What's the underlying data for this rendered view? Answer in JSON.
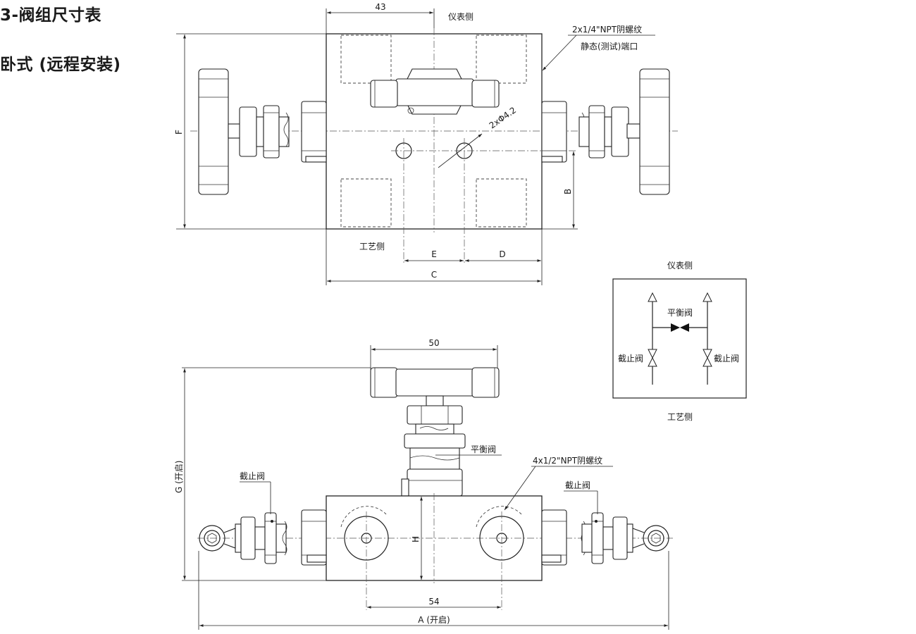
{
  "title": "3-阀组尺寸表",
  "subtitle": "卧式 (远程安装)",
  "top_view": {
    "dim_43": "43",
    "instrument_side": "仪表侧",
    "process_side": "工艺侧",
    "thread_callout": "2x1/4\"NPT阴螺纹",
    "port_callout": "静态(测试)端口",
    "hole_callout": "2xΦ4.2",
    "dim_F": "F",
    "dim_B": "B",
    "dim_E": "E",
    "dim_D": "D",
    "dim_C": "C"
  },
  "schematic": {
    "instrument_side": "仪表侧",
    "process_side": "工艺侧",
    "balance_valve": "平衡阀",
    "stop_valve_left": "截止阀",
    "stop_valve_right": "截止阀"
  },
  "front_view": {
    "dim_50": "50",
    "balance_valve": "平衡阀",
    "thread_callout": "4x1/2\"NPT阴螺纹",
    "stop_valve_left": "截止阀",
    "stop_valve_right": "截止阀",
    "dim_G": "G (开启)",
    "dim_H": "H",
    "dim_54": "54",
    "dim_A": "A (开启)"
  }
}
